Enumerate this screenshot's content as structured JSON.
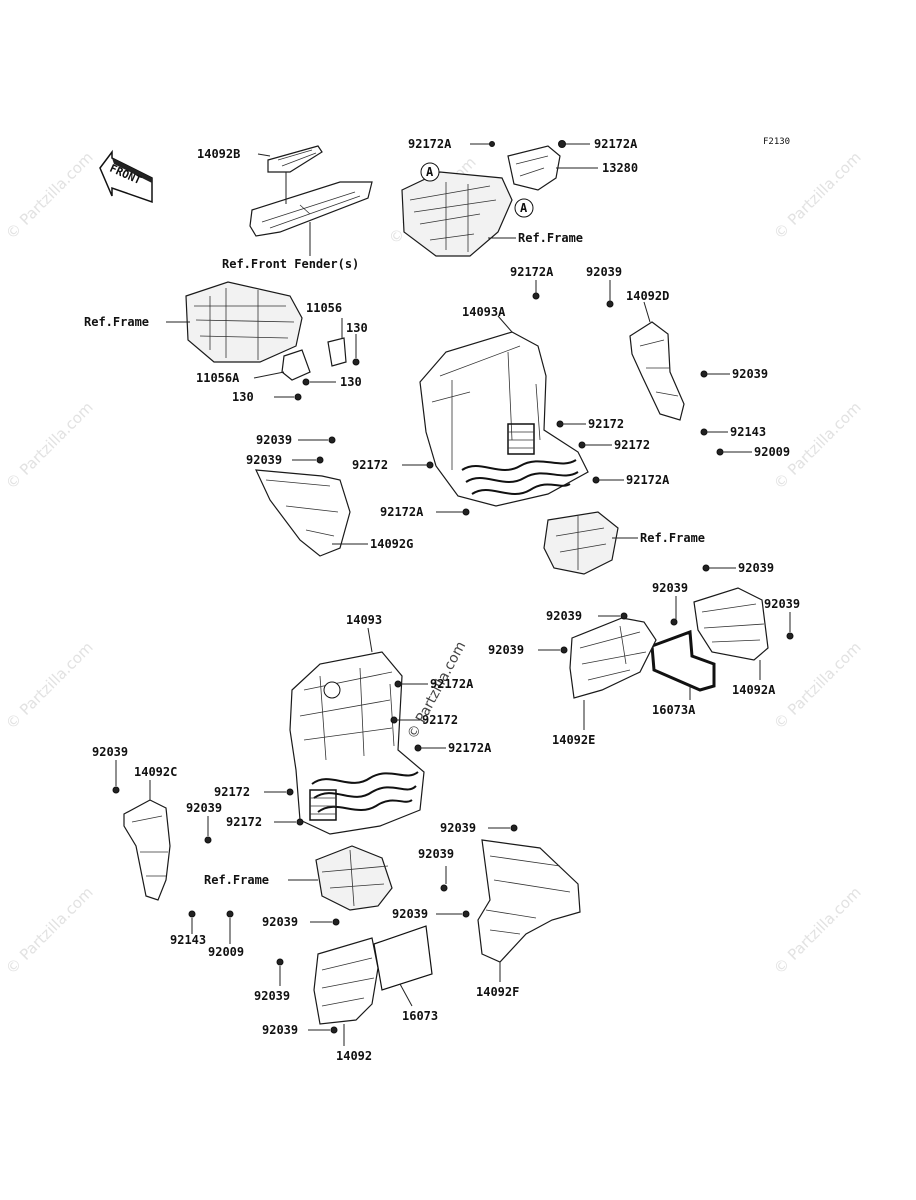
{
  "figure_code": "F2130",
  "front_arrow": {
    "label": "FRONT",
    "icon": "front-direction-arrow-icon"
  },
  "watermark": "© Partzilla.com",
  "callouts": {
    "a1": "A",
    "a2": "A"
  },
  "labels": {
    "l14092B": "14092B",
    "lRefFrontFender": "Ref.Front Fender(s)",
    "l92172A_1": "92172A",
    "l92172A_2": "92172A",
    "l13280": "13280",
    "lRefFrame_1": "Ref.Frame",
    "l92172A_3": "92172A",
    "l92039_1": "92039",
    "l14093A": "14093A",
    "l14092D": "14092D",
    "lRefFrame_2": "Ref.Frame",
    "l11056": "11056",
    "l130_1": "130",
    "l11056A": "11056A",
    "l130_2": "130",
    "l130_3": "130",
    "l92039_2": "92039",
    "l92143_1": "92143",
    "l92009_1": "92009",
    "l92172_1": "92172",
    "l92172_2": "92172",
    "l92039_3": "92039",
    "l92039_4": "92039",
    "l92172_3": "92172",
    "l92172A_4": "92172A",
    "l92172A_5": "92172A",
    "l14092G": "14092G",
    "lRefFrame_3": "Ref.Frame",
    "l92039_5": "92039",
    "l92039_6": "92039",
    "l92039_7": "92039",
    "l14093": "14093",
    "l92039_8": "92039",
    "l92039_9": "92039",
    "l92172A_6": "92172A",
    "l16073A": "16073A",
    "l14092A": "14092A",
    "l92172_4": "92172",
    "l14092E": "14092E",
    "l92172A_7": "92172A",
    "l92039_10": "92039",
    "l14092C": "14092C",
    "l92039_11": "92039",
    "l92172_5": "92172",
    "l92172_6": "92172",
    "l92039_12": "92039",
    "l92039_13": "92039",
    "lRefFrame_4": "Ref.Frame",
    "l92143_2": "92143",
    "l92009_2": "92009",
    "l92039_14": "92039",
    "l92039_15": "92039",
    "l14092F": "14092F",
    "l92039_16": "92039",
    "l16073": "16073",
    "l92039_17": "92039",
    "l14092": "14092"
  }
}
